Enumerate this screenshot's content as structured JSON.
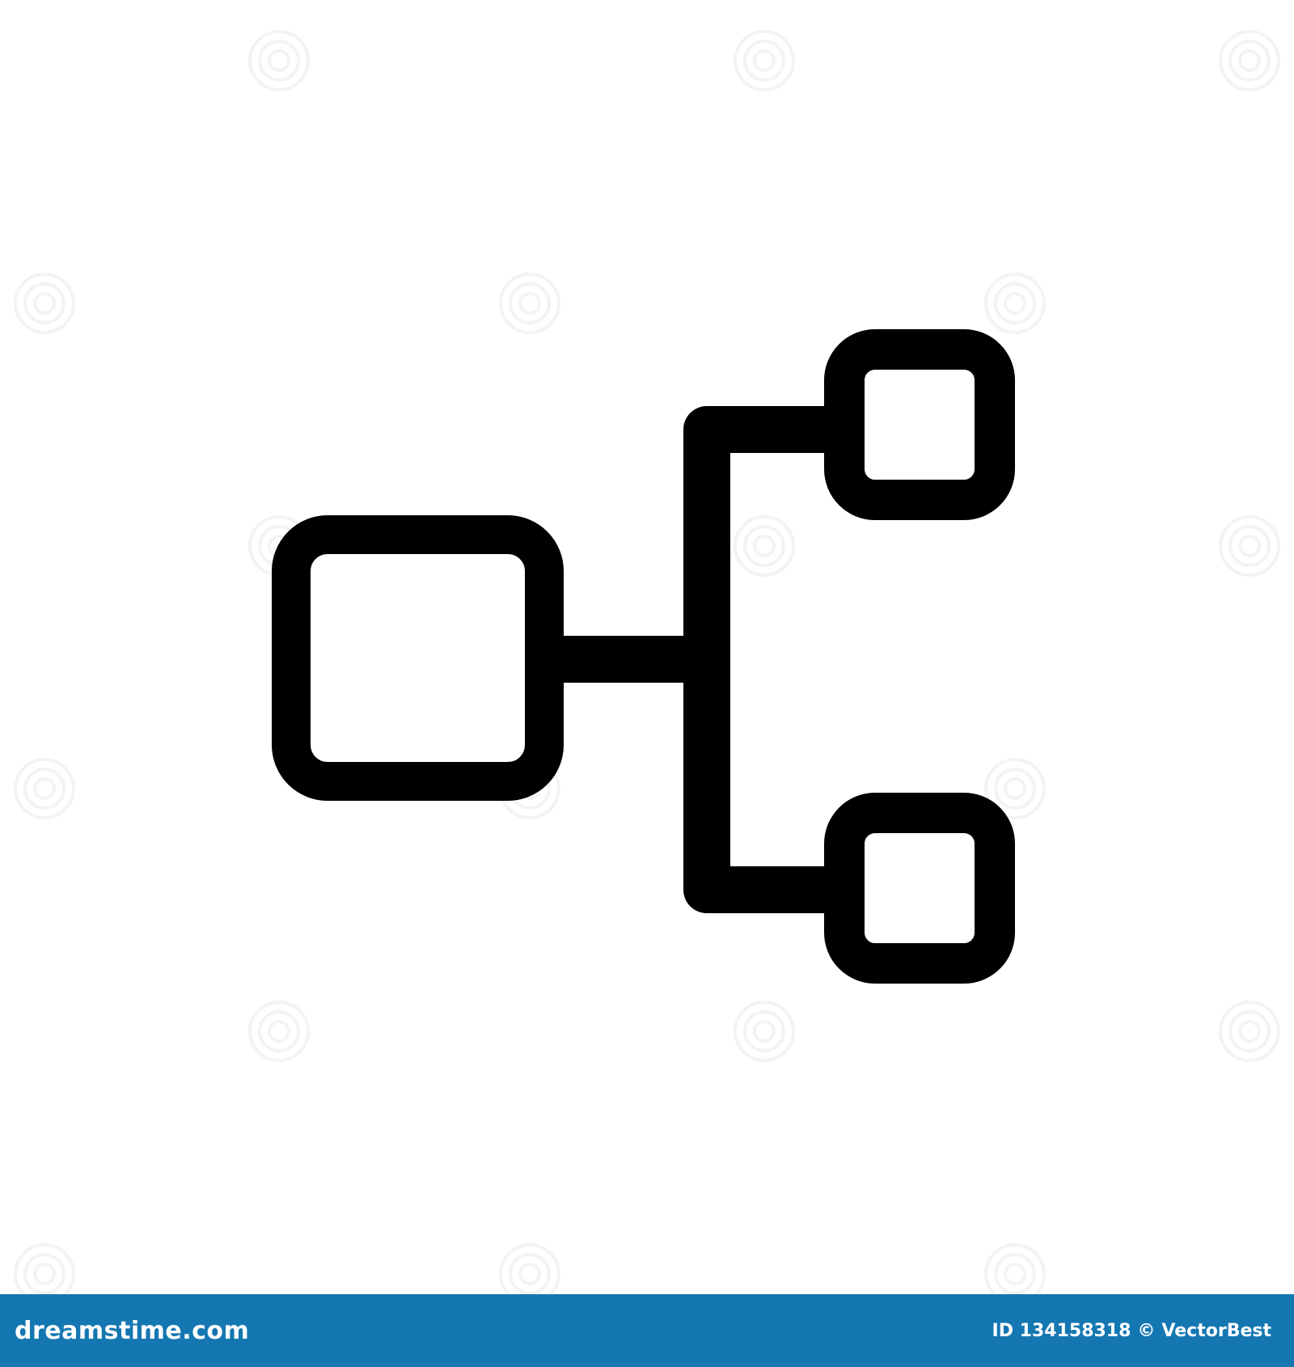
{
  "icon": {
    "name": "hierarchy-structure-icon",
    "stroke_color": "#000000",
    "background_color": "#ffffff"
  },
  "watermark": {
    "icon": "spiral-logo-icon",
    "color": "#b0b0b0"
  },
  "footer": {
    "background_color": "#1477b2",
    "brand_text": "dreamstime.com",
    "id_text": "ID 134158318",
    "copyright_symbol": "©",
    "author": "VectorBest"
  }
}
